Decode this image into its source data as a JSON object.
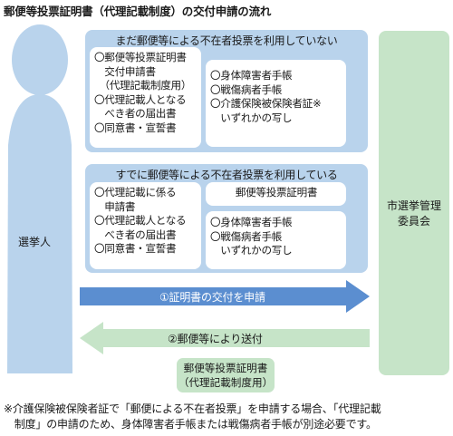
{
  "title": "郵便等投票証明書（代理記載制度）の交付申請の流れ",
  "voter": "選挙人",
  "committee": [
    "市選挙管理",
    "委員会"
  ],
  "section1": {
    "heading": "まだ郵便等による不在者投票を利用していない",
    "left_lines": [
      "〇郵便等投票証明書",
      "　交付申請書",
      "　（代理記載制度用）",
      "〇代理記載人となる",
      "　べき者の届出書",
      "〇同意書・宣誓書"
    ],
    "right_lines": [
      "〇身体障害者手帳",
      "〇戦傷病者手帳",
      "〇介護保険被保険者証※",
      "　いずれかの写し"
    ]
  },
  "section2": {
    "heading": "すでに郵便等による不在者投票を利用している",
    "left_lines": [
      "〇代理記載に係る",
      "　申請書",
      "〇代理記載人となる",
      "　べき者の届出書",
      "〇同意書・宣誓書"
    ],
    "right_top": "郵便等投票証明書",
    "right_lines": [
      "〇身体障害者手帳",
      "〇戦傷病者手帳",
      "　いずれかの写し"
    ]
  },
  "arrow1": "①証明書の交付を申請",
  "arrow2": "②郵便等により送付",
  "certificate": [
    "郵便等投票証明書",
    "（代理記載制度用）"
  ],
  "note": [
    "※介護保険被保険者証で「郵便による不在者投票」を申請する場合、「代理記載",
    "　制度」の申請のため、身体障害者手帳または戦傷病者手帳が別途必要です。"
  ],
  "colors": {
    "blue_panel": "#b9d3ec",
    "blue_arrow": "#5b8ed0",
    "green": "#c6e4c8"
  }
}
